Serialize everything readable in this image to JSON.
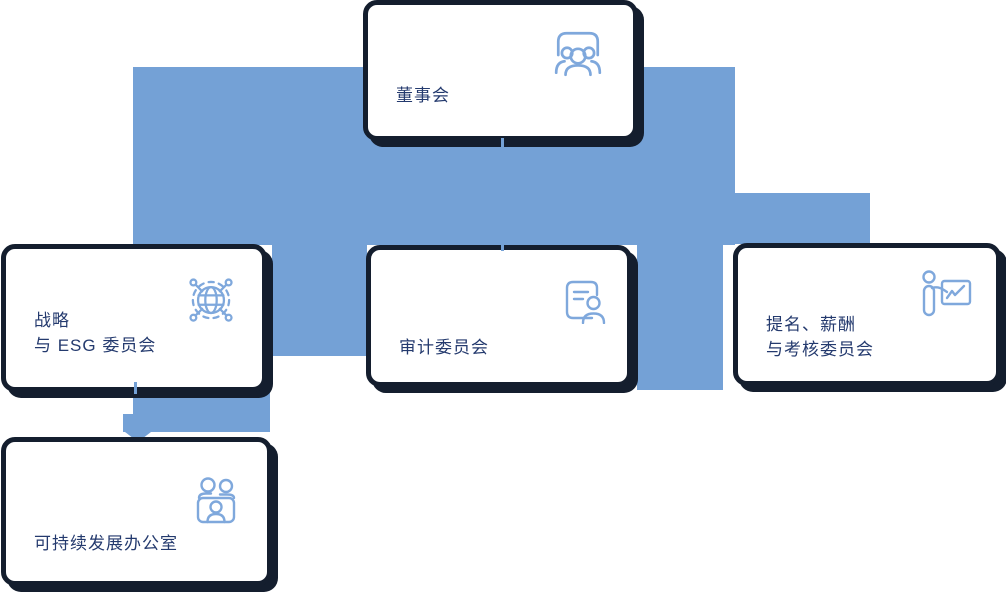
{
  "colors": {
    "connector": "#74A1D6",
    "frame": "#141E2E",
    "text": "#243A6E",
    "icon": "#7FA8DC",
    "boxbg": "#FFFFFF"
  },
  "org_chart": {
    "board": {
      "label": "董事会",
      "icon": "people-group-icon"
    },
    "committees": [
      {
        "lines": [
          "战略",
          "与 ESG 委员会"
        ],
        "icon": "globe-network-icon"
      },
      {
        "lines": [
          "审计委员会"
        ],
        "icon": "audit-profile-icon"
      },
      {
        "lines": [
          "提名、薪酬",
          "与考核委员会"
        ],
        "icon": "presentation-chart-icon"
      }
    ],
    "office": {
      "label": "可持续发展办公室",
      "icon": "meeting-people-icon"
    }
  }
}
